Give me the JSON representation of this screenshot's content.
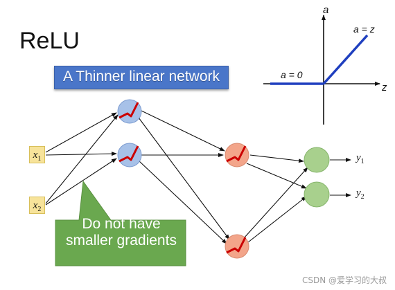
{
  "title": "ReLU",
  "callout_top": "A Thinner linear network",
  "callout_bottom": "Do not have smaller gradients",
  "inputs": [
    {
      "var": "x",
      "sub": "1"
    },
    {
      "var": "x",
      "sub": "2"
    }
  ],
  "outputs": [
    {
      "var": "y",
      "sub": "1"
    },
    {
      "var": "y",
      "sub": "2"
    }
  ],
  "relu_graph": {
    "y_axis_label": "a",
    "x_axis_label": "z",
    "right_label": "a = z",
    "left_label": "a = 0"
  },
  "watermark": "CSDN @爱学习的大叔",
  "colors": {
    "callout_blue": "#4a76c9",
    "callout_green": "#6aa84f",
    "neuron_blue": "#a7c1e8",
    "neuron_red": "#f3a58a",
    "neuron_green": "#a8d08d",
    "relu_mark": "#cc0000",
    "graph_line": "#1f3fbf"
  }
}
